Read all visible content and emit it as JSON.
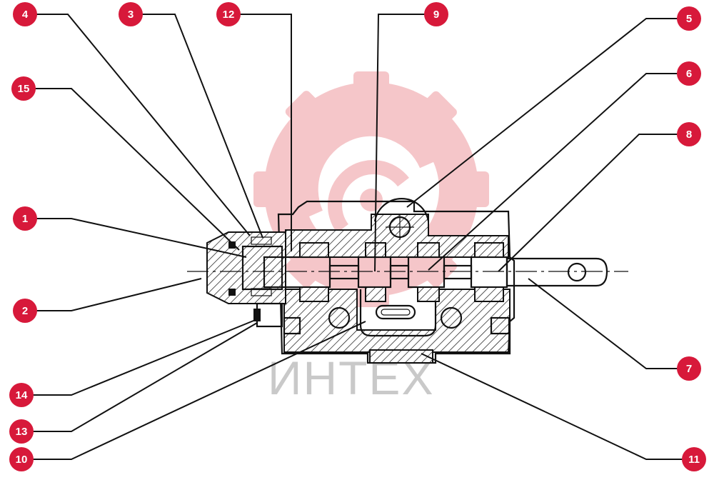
{
  "watermark": {
    "text": "ИНТЕХ",
    "logo_color": "#f2b4b8",
    "text_color": "#c9c9c9"
  },
  "accent_color": "#d7193a",
  "callouts": [
    {
      "id": "4",
      "label": "4"
    },
    {
      "id": "3",
      "label": "3"
    },
    {
      "id": "12",
      "label": "12"
    },
    {
      "id": "9",
      "label": "9"
    },
    {
      "id": "5",
      "label": "5"
    },
    {
      "id": "15",
      "label": "15"
    },
    {
      "id": "6",
      "label": "6"
    },
    {
      "id": "8",
      "label": "8"
    },
    {
      "id": "1",
      "label": "1"
    },
    {
      "id": "2",
      "label": "2"
    },
    {
      "id": "7",
      "label": "7"
    },
    {
      "id": "14",
      "label": "14"
    },
    {
      "id": "13",
      "label": "13"
    },
    {
      "id": "10",
      "label": "10"
    },
    {
      "id": "11",
      "label": "11"
    }
  ]
}
